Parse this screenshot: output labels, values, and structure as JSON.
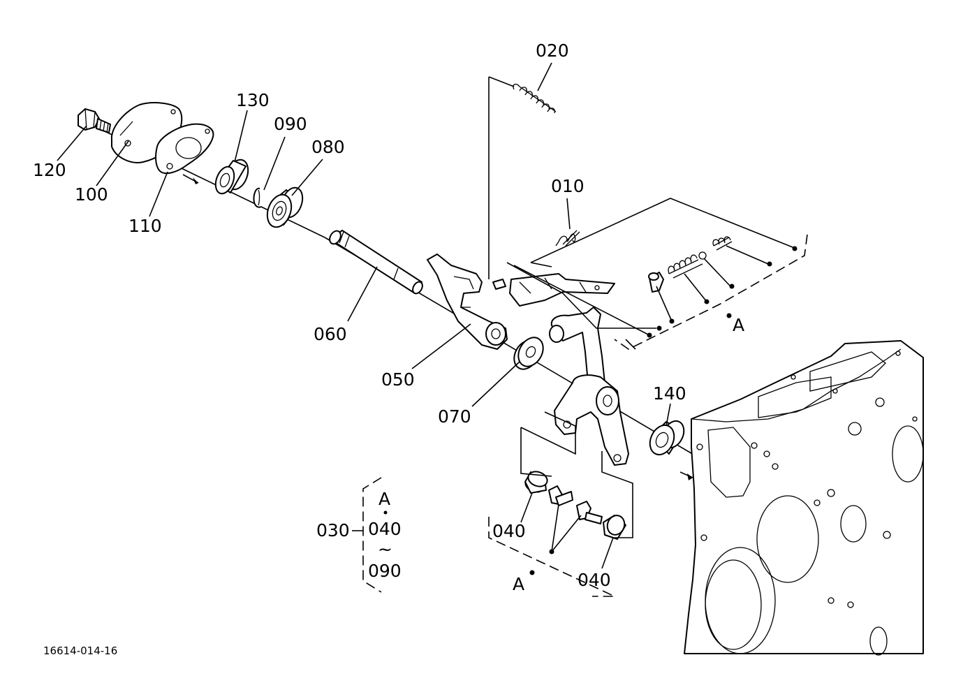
{
  "diagram": {
    "callouts": {
      "p020": "020",
      "p010": "010",
      "p130": "130",
      "p090": "090",
      "p080": "080",
      "p120": "120",
      "p100": "100",
      "p110": "110",
      "p060": "060",
      "p050": "050",
      "p070": "070",
      "p140": "140",
      "p040_left": "040",
      "p040_right": "040",
      "ref_a_kit": "A",
      "ref_a_lower": "A"
    },
    "kit_legend": {
      "assembly": "030",
      "ref": "A",
      "from": "040",
      "range_mark": "~",
      "to": "090"
    },
    "drawing_code": "16614-014-16"
  }
}
